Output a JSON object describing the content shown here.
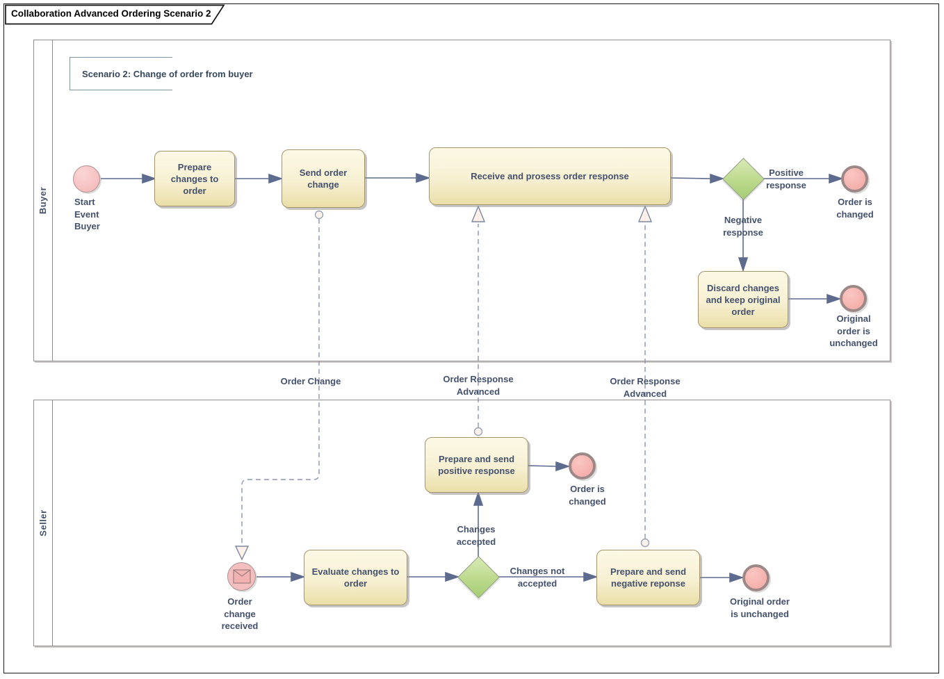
{
  "frame": {
    "title": "Collaboration Advanced Ordering Scenario 2"
  },
  "annotation": {
    "text": "Scenario 2: Change of order from buyer"
  },
  "pools": {
    "buyer": {
      "label": "Buyer"
    },
    "seller": {
      "label": "Seller"
    }
  },
  "nodes": {
    "start_event_buyer": {
      "type": "start-event",
      "label": "Start Event Buyer"
    },
    "prepare_changes": {
      "type": "task",
      "label": "Prepare changes to order"
    },
    "send_order_change": {
      "type": "task",
      "label": "Send order change"
    },
    "receive_process": {
      "type": "task",
      "label": "Receive and prosess order response"
    },
    "buyer_gateway": {
      "type": "exclusive-gateway",
      "label": ""
    },
    "order_changed_buyer": {
      "type": "end-event",
      "label": "Order is changed"
    },
    "discard_changes": {
      "type": "task",
      "label": "Discard changes and keep original order"
    },
    "original_unchanged_buyer": {
      "type": "end-event",
      "label": "Original order is unchanged"
    },
    "order_change_received": {
      "type": "message-event",
      "label": "Order change received"
    },
    "evaluate_changes": {
      "type": "task",
      "label": "Evaluate changes to order"
    },
    "seller_gateway": {
      "type": "exclusive-gateway",
      "label": ""
    },
    "prepare_positive": {
      "type": "task",
      "label": "Prepare and send positive response"
    },
    "order_changed_seller": {
      "type": "end-event",
      "label": "Order is changed"
    },
    "prepare_negative": {
      "type": "task",
      "label": "Prepare and send negative reponse"
    },
    "original_unchanged_seller": {
      "type": "end-event",
      "label": "Original order is unchanged"
    }
  },
  "flow_labels": {
    "positive_response": "Positive response",
    "negative_response": "Negative response",
    "changes_accepted": "Changes accepted",
    "changes_not_accepted": "Changes not accepted",
    "order_change": "Order Change",
    "order_response_advanced_1": "Order Response Advanced",
    "order_response_advanced_2": "Order Response Advanced"
  },
  "colors": {
    "task_fill": "#f7f0d2",
    "task_border": "#a5946b",
    "event_fill": "#f6bcbc",
    "end_event_border": "#9d8888",
    "gateway_fill": "#b8d88a",
    "sequence_flow": "#5c6b8e",
    "message_flow": "#8a93ad",
    "label_text": "#44516d",
    "pool_border": "#918d8d"
  }
}
